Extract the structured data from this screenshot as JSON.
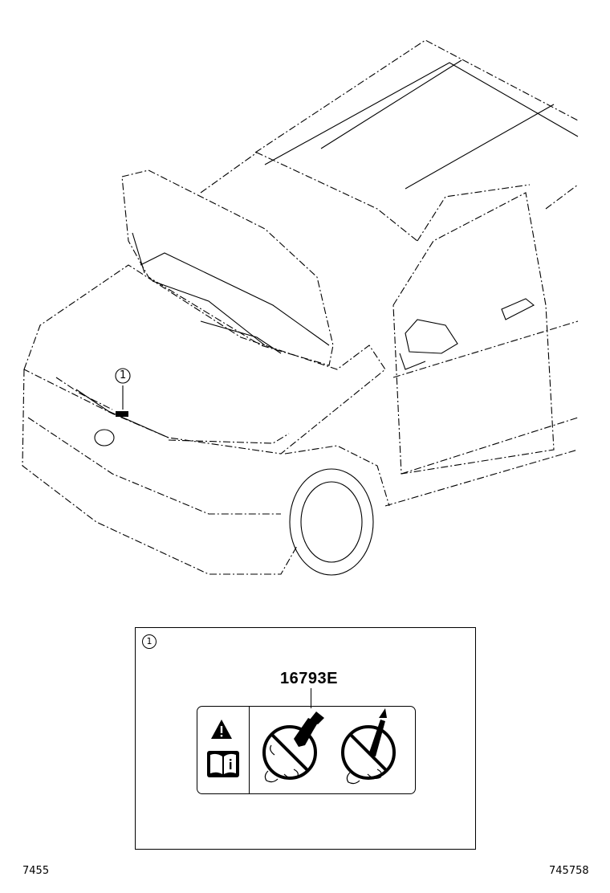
{
  "diagram": {
    "callout_number": "1",
    "detail_ref_number": "1",
    "part_number": "16793E",
    "label_icons": [
      "warning-triangle-icon",
      "owners-manual-icon",
      "no-hand-near-fan-icon",
      "no-tool-near-fan-icon"
    ]
  },
  "footer": {
    "left_code": "7455",
    "right_code": "745758"
  }
}
